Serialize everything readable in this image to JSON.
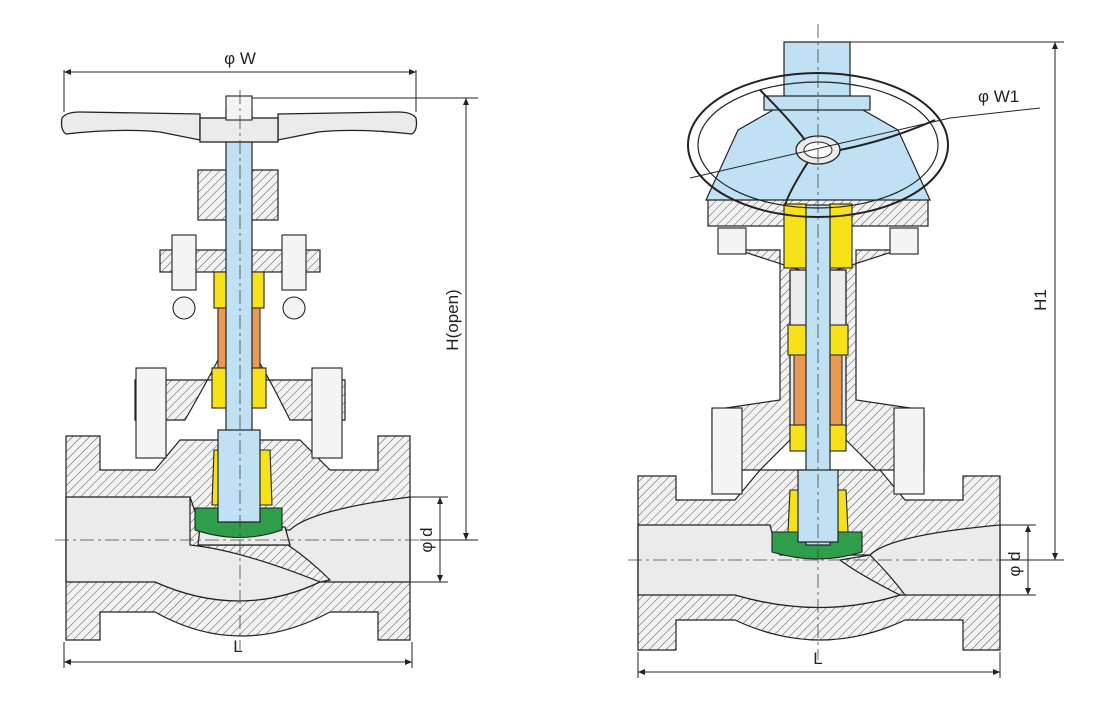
{
  "left_valve": {
    "label_width": "φ W",
    "label_height": "H(open)",
    "label_bore": "φ d",
    "label_length": "L"
  },
  "right_valve": {
    "label_width": "φ W1",
    "label_height": "H1",
    "label_bore": "φ d",
    "label_length": "L"
  },
  "colors": {
    "stem": "#bfe1f3",
    "gland": "#f7e21a",
    "packing": "#e89a55",
    "disc_seat": "#2e9e4b",
    "body": "#ebebeb"
  }
}
